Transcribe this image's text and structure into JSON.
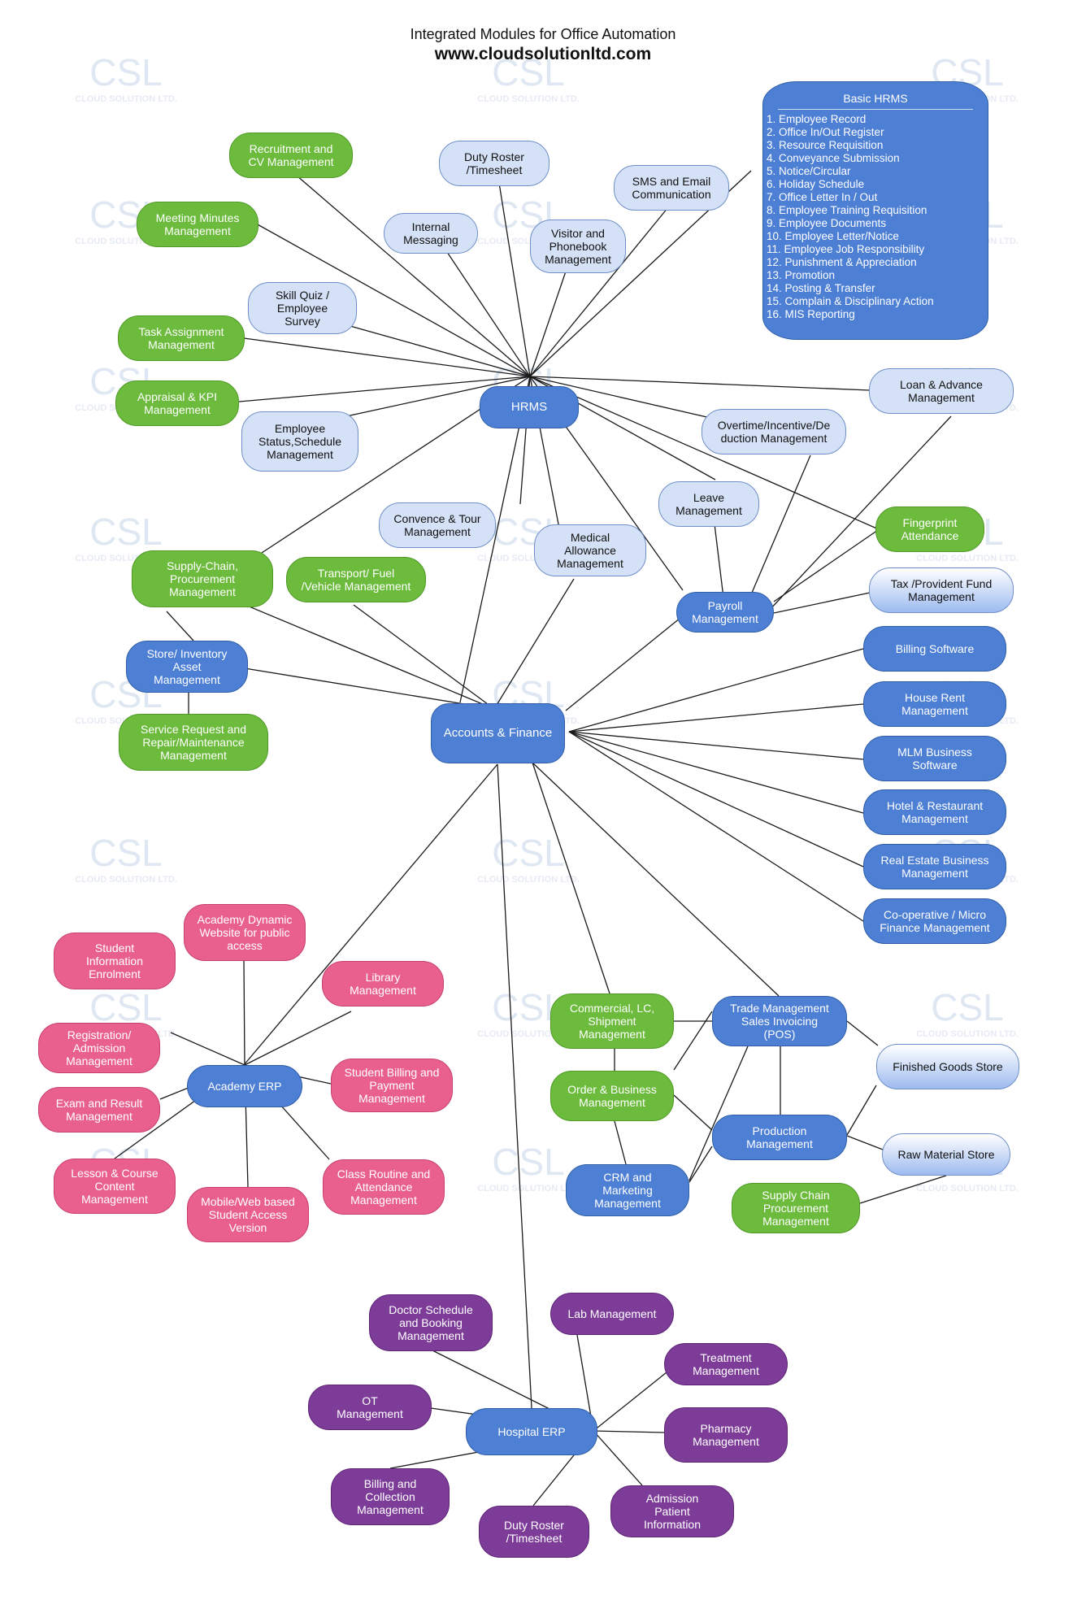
{
  "header": {
    "title": "Integrated Modules for Office Automation",
    "url": "www.cloudsolutionltd.com"
  },
  "watermark": {
    "logo_text": "CSL",
    "caption": "CLOUD SOLUTION LTD."
  },
  "colors": {
    "blue": "#4d7fd4",
    "light_blue": "#d5e1f6",
    "green": "#6cbb3c",
    "pink": "#e9608e",
    "purple": "#7d3c98",
    "line": "#1a1a1a"
  },
  "basic_hrms": {
    "title": "Basic HRMS",
    "items": [
      "1. Employee Record",
      "2. Office In/Out Register",
      "3. Resource Requisition",
      "4. Conveyance Submission",
      "5. Notice/Circular",
      "6. Holiday Schedule",
      "7. Office Letter In / Out",
      "8. Employee Training Requisition",
      "9. Employee Documents",
      "10. Employee Letter/Notice",
      "11. Employee Job Responsibility",
      "12. Punishment & Appreciation",
      "13. Promotion",
      "14. Posting & Transfer",
      "15. Complain & Disciplinary Action",
      "16. MIS Reporting"
    ]
  },
  "nodes": {
    "hrms": "HRMS",
    "accounts": "Accounts & Finance",
    "payroll": "Payroll\nManagement",
    "academy": "Academy ERP",
    "hospital": "Hospital ERP",
    "trade": "Trade Management\nSales Invoicing\n(POS)",
    "production": "Production\nManagement",
    "recruitment": "Recruitment and\nCV Management",
    "duty_roster_hr": "Duty Roster\n/Timesheet",
    "sms_email": "SMS and Email\nCommunication",
    "meeting_minutes": "Meeting Minutes\nManagement",
    "internal_messaging": "Internal\nMessaging",
    "visitor_phonebook": "Visitor and\nPhonebook\nManagement",
    "skill_quiz": "Skill Quiz /\nEmployee\nSurvey",
    "task_assignment": "Task Assignment\nManagement",
    "appraisal_kpi": "Appraisal & KPI\nManagement",
    "employee_status": "Employee\nStatus,Schedule\nManagement",
    "loan_advance": "Loan & Advance\nManagement",
    "overtime": "Overtime/Incentive/De\nduction Management",
    "leave": "Leave\nManagement",
    "fingerprint": "Fingerprint\nAttendance",
    "convence_tour": "Convence & Tour\nManagement",
    "medical": "Medical\nAllowance\nManagement",
    "supply_chain_top": "Supply-Chain,\nProcurement\nManagement",
    "transport": "Transport/ Fuel\n/Vehicle Management",
    "tax_pf": "Tax /Provident Fund\nManagement",
    "store_inventory": "Store/ Inventory\nAsset\nManagement",
    "service_request": "Service Request and\nRepair/Maintenance\nManagement",
    "billing_software": "Billing Software",
    "house_rent": "House Rent\nManagement",
    "mlm": "MLM Business\nSoftware",
    "hotel": "Hotel & Restaurant\nManagement",
    "real_estate": "Real Estate Business\nManagement",
    "cooperative": "Co-operative / Micro\nFinance Management",
    "commercial_lc": "Commercial, LC,\nShipment\nManagement",
    "order_business": "Order & Business\nManagement",
    "crm": "CRM and\nMarketing\nManagement",
    "finished_goods": "Finished Goods Store",
    "raw_material": "Raw Material Store",
    "supply_chain_bottom": "Supply Chain\nProcurement\nManagement",
    "student_info": "Student\nInformation\nEnrolment",
    "academy_website": "Academy Dynamic\nWebsite for public\naccess",
    "library": "Library\nManagement",
    "registration": "Registration/\nAdmission\nManagement",
    "student_billing": "Student Billing and\nPayment\nManagement",
    "exam_result": "Exam and Result\nManagement",
    "lesson_course": "Lesson & Course\nContent\nManagement",
    "mobile_web": "Mobile/Web based\nStudent Access\nVersion",
    "class_routine": "Class Routine and\nAttendance\nManagement",
    "doctor_schedule": "Doctor Schedule\nand Booking\nManagement",
    "lab": "Lab Management",
    "treatment": "Treatment\nManagement",
    "ot": "OT\nManagement",
    "pharmacy": "Pharmacy\nManagement",
    "billing_collection": "Billing and\nCollection\nManagement",
    "duty_roster_hospital": "Duty Roster\n/Timesheet",
    "admission_patient": "Admission\nPatient\nInformation"
  }
}
